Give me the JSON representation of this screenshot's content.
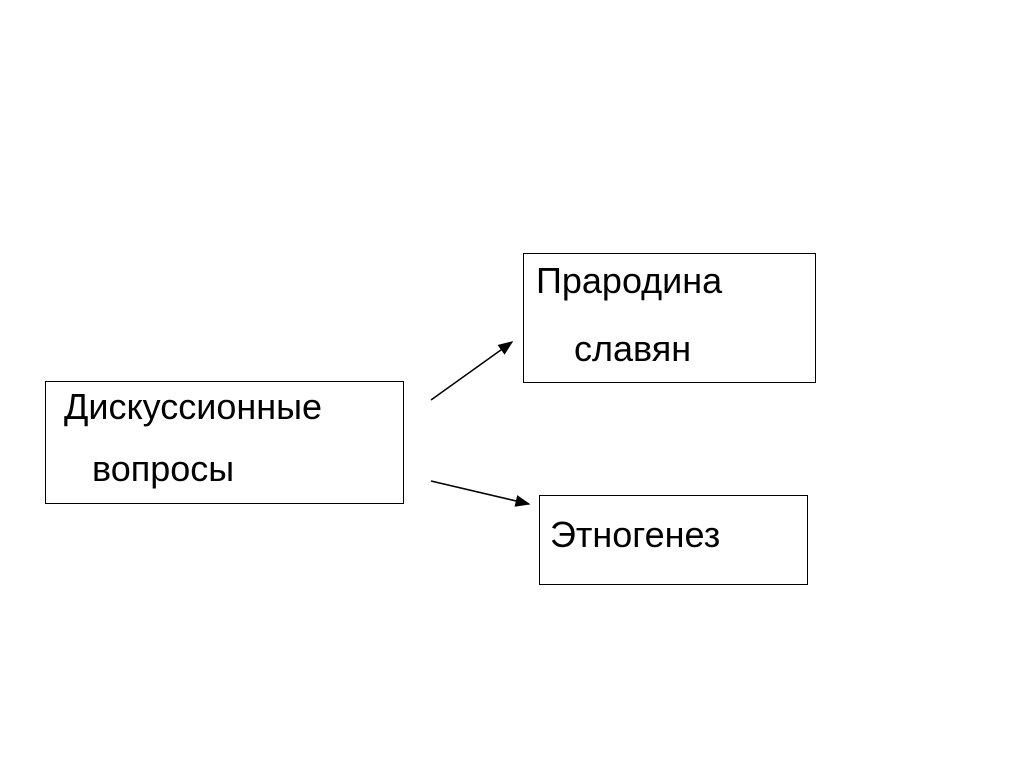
{
  "boxes": {
    "left": {
      "line1": "Дискуссионные",
      "line2": "вопросы"
    },
    "top": {
      "line1": "Прародина",
      "line2": "славян"
    },
    "bottom": {
      "line1": "Этногенез"
    }
  }
}
